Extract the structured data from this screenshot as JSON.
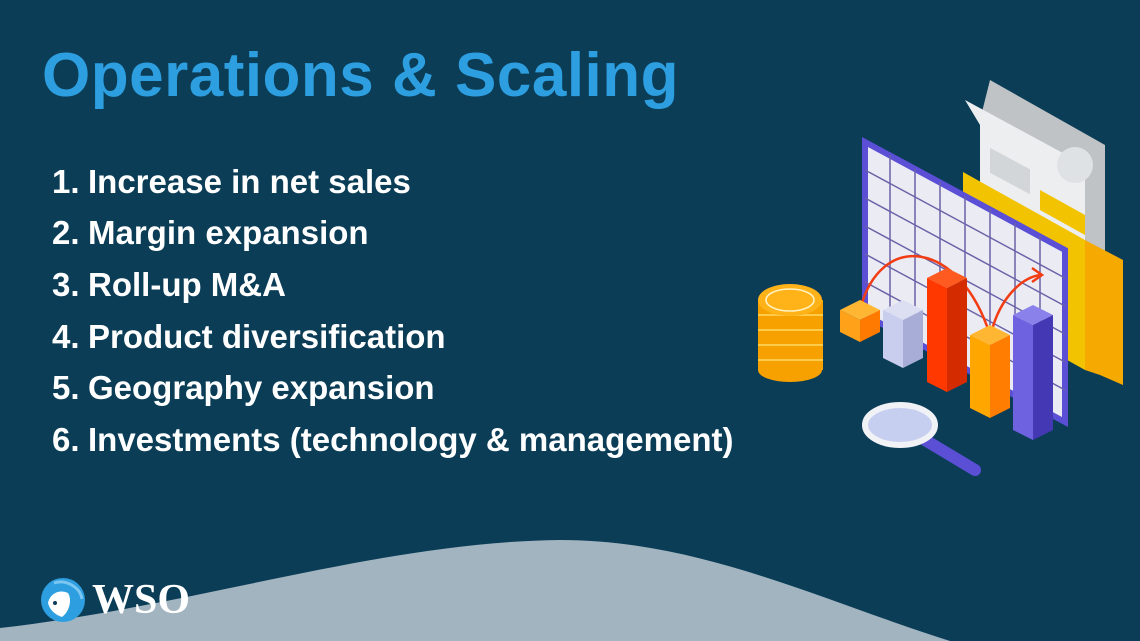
{
  "title": "Operations & Scaling",
  "items": [
    {
      "num": "1.",
      "label": "Increase in net sales"
    },
    {
      "num": "2.",
      "label": "Margin expansion"
    },
    {
      "num": "3.",
      "label": "Roll-up M&A"
    },
    {
      "num": "4.",
      "label": "Product diversification"
    },
    {
      "num": "5.",
      "label": "Geography expansion"
    },
    {
      "num": "6.",
      "label": "Investments (technology & management)"
    }
  ],
  "logo": {
    "text": "WSO",
    "icon": "wso-globe-icon"
  },
  "colors": {
    "background": "#0b3d57",
    "title": "#2d9fe0",
    "wave": "#a1b4c0"
  }
}
